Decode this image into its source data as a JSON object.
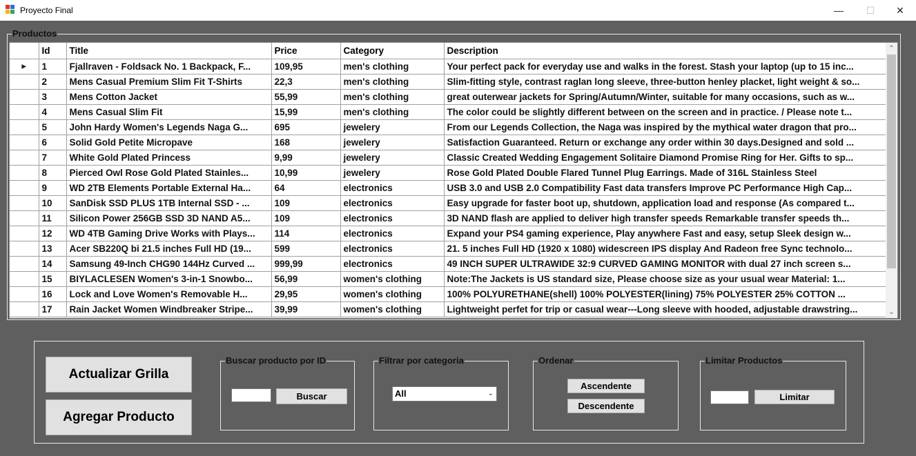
{
  "window": {
    "title": "Proyecto Final",
    "minimize": "—",
    "maximize": "☐",
    "close": "✕"
  },
  "grid": {
    "group_label": "Productos",
    "columns": [
      "Id",
      "Title",
      "Price",
      "Category",
      "Description"
    ],
    "current_row_marker": "▸",
    "rows": [
      [
        "1",
        "Fjallraven - Foldsack No. 1 Backpack, F...",
        "109,95",
        "men's clothing",
        "Your perfect pack for everyday use and walks in the forest. Stash your laptop (up to 15 inc..."
      ],
      [
        "2",
        "Mens Casual Premium Slim Fit T-Shirts",
        "22,3",
        "men's clothing",
        "Slim-fitting style, contrast raglan long sleeve, three-button henley placket, light weight & so..."
      ],
      [
        "3",
        "Mens Cotton Jacket",
        "55,99",
        "men's clothing",
        "great outerwear jackets for Spring/Autumn/Winter, suitable for many occasions, such as w..."
      ],
      [
        "4",
        "Mens Casual Slim Fit",
        "15,99",
        "men's clothing",
        "The color could be slightly different between on the screen and in practice. / Please note t..."
      ],
      [
        "5",
        "John Hardy Women's Legends Naga G...",
        "695",
        "jewelery",
        "From our Legends Collection, the Naga was inspired by the mythical water dragon that pro..."
      ],
      [
        "6",
        "Solid Gold Petite Micropave",
        "168",
        "jewelery",
        "Satisfaction Guaranteed. Return or exchange any order within 30 days.Designed and sold ..."
      ],
      [
        "7",
        "White Gold Plated Princess",
        "9,99",
        "jewelery",
        "Classic Created Wedding Engagement Solitaire Diamond Promise Ring for Her. Gifts to sp..."
      ],
      [
        "8",
        "Pierced Owl Rose Gold Plated Stainles...",
        "10,99",
        "jewelery",
        "Rose Gold Plated Double Flared Tunnel Plug Earrings. Made of 316L Stainless Steel"
      ],
      [
        "9",
        "WD 2TB Elements Portable External Ha...",
        "64",
        "electronics",
        "USB 3.0 and USB 2.0 Compatibility Fast data transfers Improve PC Performance High Cap..."
      ],
      [
        "10",
        "SanDisk SSD PLUS 1TB Internal SSD - ...",
        "109",
        "electronics",
        "Easy upgrade for faster boot up, shutdown, application load and response (As compared t..."
      ],
      [
        "11",
        "Silicon Power 256GB SSD 3D NAND A5...",
        "109",
        "electronics",
        "3D NAND flash are applied to deliver high transfer speeds Remarkable transfer speeds th..."
      ],
      [
        "12",
        "WD 4TB Gaming Drive Works with Plays...",
        "114",
        "electronics",
        "Expand your PS4 gaming experience, Play anywhere Fast and easy, setup Sleek design w..."
      ],
      [
        "13",
        "Acer SB220Q bi 21.5 inches Full HD (19...",
        "599",
        "electronics",
        "21. 5 inches Full HD (1920 x 1080) widescreen IPS display And Radeon free Sync technolo..."
      ],
      [
        "14",
        "Samsung 49-Inch CHG90 144Hz Curved ...",
        "999,99",
        "electronics",
        "49 INCH SUPER ULTRAWIDE 32:9 CURVED GAMING MONITOR with dual 27 inch screen s..."
      ],
      [
        "15",
        "BIYLACLESEN Women's 3-in-1 Snowbo...",
        "56,99",
        "women's clothing",
        "Note:The Jackets is US standard size, Please choose size as your usual wear Material: 1..."
      ],
      [
        "16",
        "Lock and Love Women's Removable H...",
        "29,95",
        "women's clothing",
        "100% POLYURETHANE(shell) 100% POLYESTER(lining) 75% POLYESTER 25% COTTON ..."
      ],
      [
        "17",
        "Rain Jacket Women Windbreaker Stripe...",
        "39,99",
        "women's clothing",
        "Lightweight perfet for trip or casual wear---Long sleeve with hooded, adjustable drawstring..."
      ]
    ]
  },
  "actions": {
    "refresh_label": "Actualizar Grilla",
    "add_label": "Agregar Producto"
  },
  "search": {
    "group_label": "Buscar producto por ID",
    "button_label": "Buscar",
    "value": ""
  },
  "filter": {
    "group_label": "Filtrar por categoria",
    "selected": "All"
  },
  "sort": {
    "group_label": "Ordenar",
    "asc_label": "Ascendente",
    "desc_label": "Descendente"
  },
  "limit": {
    "group_label": "Limitar Productos",
    "button_label": "Limitar",
    "value": ""
  },
  "colors": {
    "background": "#5f5f5f",
    "button": "#e1e1e1",
    "grid_lines": "#a0a0a0"
  }
}
